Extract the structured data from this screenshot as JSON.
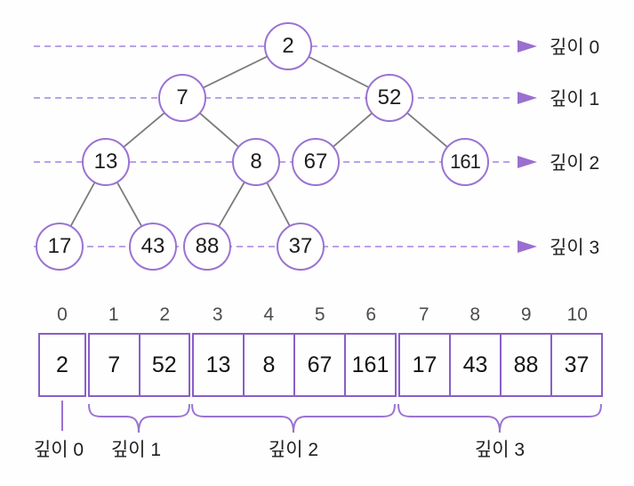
{
  "title": "binary-tree depth and array representation diagram",
  "tree": {
    "nodes": [
      {
        "value": "2",
        "depth": 0,
        "parent": null
      },
      {
        "value": "7",
        "depth": 1,
        "parent": "2"
      },
      {
        "value": "52",
        "depth": 1,
        "parent": "2"
      },
      {
        "value": "13",
        "depth": 2,
        "parent": "7"
      },
      {
        "value": "8",
        "depth": 2,
        "parent": "7"
      },
      {
        "value": "67",
        "depth": 2,
        "parent": "52"
      },
      {
        "value": "161",
        "depth": 2,
        "parent": "52"
      },
      {
        "value": "17",
        "depth": 3,
        "parent": "13"
      },
      {
        "value": "43",
        "depth": 3,
        "parent": "13"
      },
      {
        "value": "88",
        "depth": 3,
        "parent": "8"
      },
      {
        "value": "37",
        "depth": 3,
        "parent": "8"
      }
    ],
    "depth_labels": [
      "깊이 0",
      "깊이 1",
      "깊이 2",
      "깊이 3"
    ],
    "icons": [
      "depth-arrow-icon"
    ]
  },
  "array": {
    "indices": [
      "0",
      "1",
      "2",
      "3",
      "4",
      "5",
      "6",
      "7",
      "8",
      "9",
      "10"
    ],
    "values": [
      "2",
      "7",
      "52",
      "13",
      "8",
      "67",
      "161",
      "17",
      "43",
      "88",
      "37"
    ],
    "groups": [
      {
        "label": "깊이 0",
        "start": 0,
        "end": 0
      },
      {
        "label": "깊이 1",
        "start": 1,
        "end": 2
      },
      {
        "label": "깊이 2",
        "start": 3,
        "end": 6
      },
      {
        "label": "깊이 3",
        "start": 7,
        "end": 10
      }
    ]
  },
  "colors": {
    "node_border": "#9a73d2",
    "dashed_line": "#b9a3e6",
    "arrow": "#9a6fd0",
    "array_border": "#8a5ec8",
    "tree_edge": "#7b7b7b",
    "index_text": "#4c4c4c",
    "value_text": "#141414"
  }
}
